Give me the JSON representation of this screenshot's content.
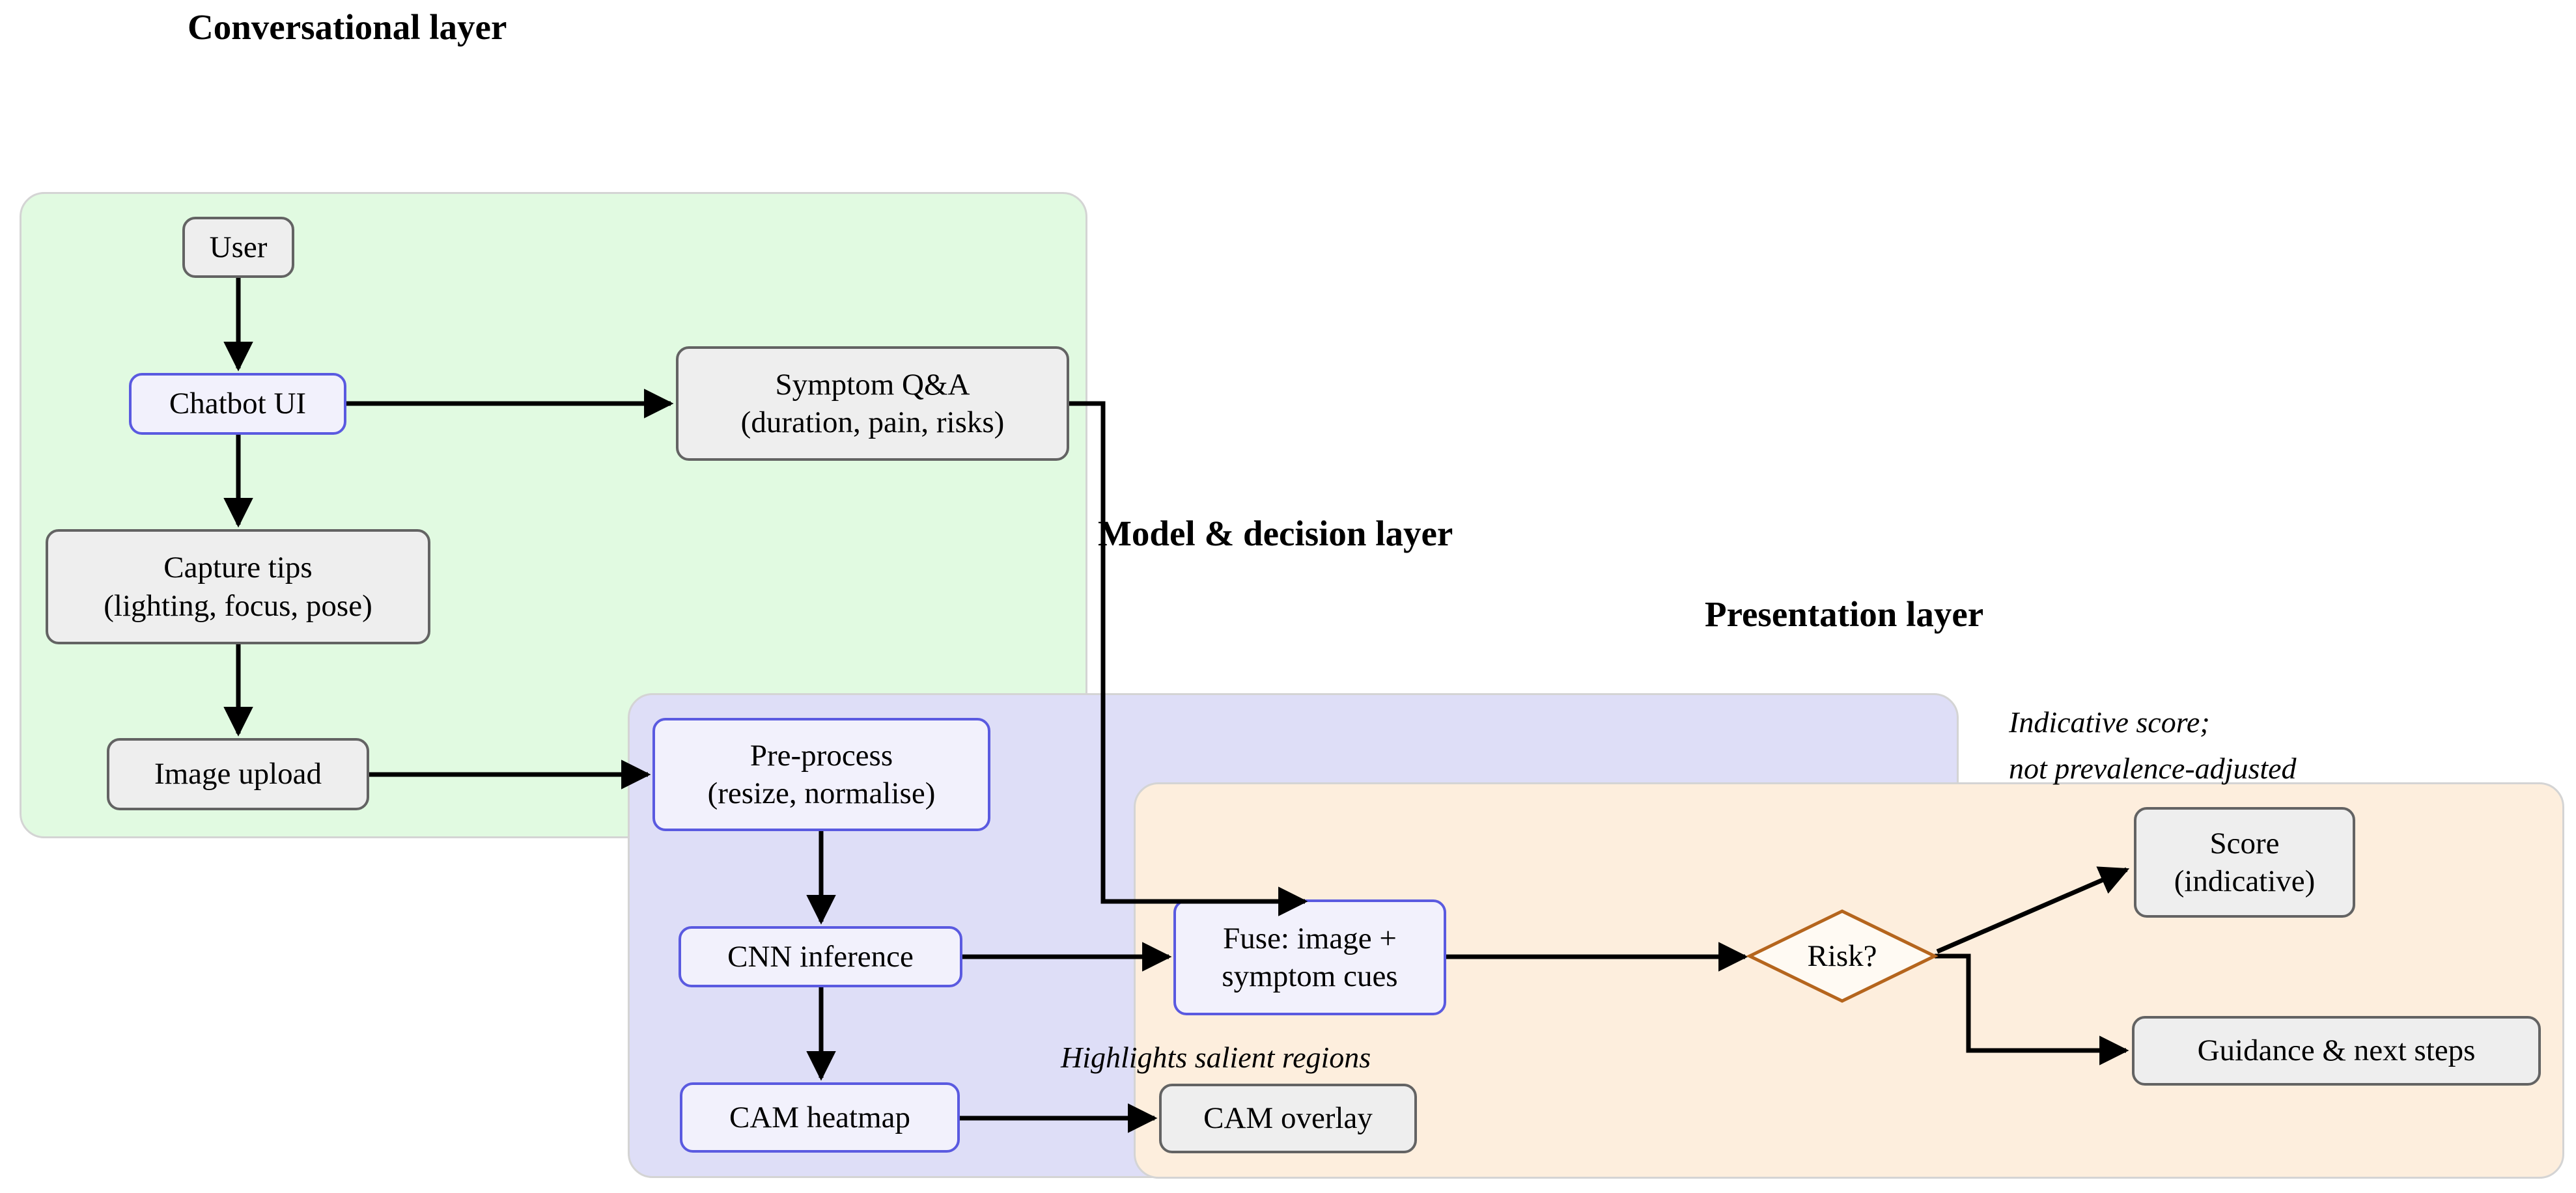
{
  "titles": {
    "conversational": "Conversational layer",
    "model": "Model & decision layer",
    "presentation": "Presentation layer"
  },
  "annotations": {
    "indicative_line1": "Indicative score;",
    "indicative_line2": "not prevalence-adjusted",
    "highlights": "Highlights salient regions"
  },
  "nodes": {
    "user": {
      "label": "User"
    },
    "chatbot": {
      "label": "Chatbot UI"
    },
    "capture_tips": {
      "line1": "Capture tips",
      "line2": "(lighting, focus, pose)"
    },
    "image_upload": {
      "label": "Image upload"
    },
    "symptom_qa": {
      "line1": "Symptom Q&A",
      "line2": "(duration, pain, risks)"
    },
    "preprocess": {
      "line1": "Pre-process",
      "line2": "(resize, normalise)"
    },
    "cnn": {
      "label": "CNN inference"
    },
    "cam_heatmap": {
      "label": "CAM heatmap"
    },
    "fuse": {
      "line1": "Fuse: image +",
      "line2": "symptom cues"
    },
    "cam_overlay": {
      "label": "CAM overlay"
    },
    "risk": {
      "label": "Risk?"
    },
    "score": {
      "line1": "Score",
      "line2": "(indicative)"
    },
    "guidance": {
      "label": "Guidance & next steps"
    }
  },
  "colors": {
    "green_fill": "#e1fae1",
    "purple_fill": "#dedef7",
    "orange_fill": "#fdeedd",
    "layer_border": "#d4d4d4",
    "node_fill": "#eeeeee",
    "node_border": "#636363",
    "blue_fill": "#f2f1fc",
    "blue_border": "#5a5ae0",
    "diamond_fill": "#fffaf3",
    "diamond_border": "#b5651d",
    "arrow": "#000000",
    "text": "#000000"
  }
}
